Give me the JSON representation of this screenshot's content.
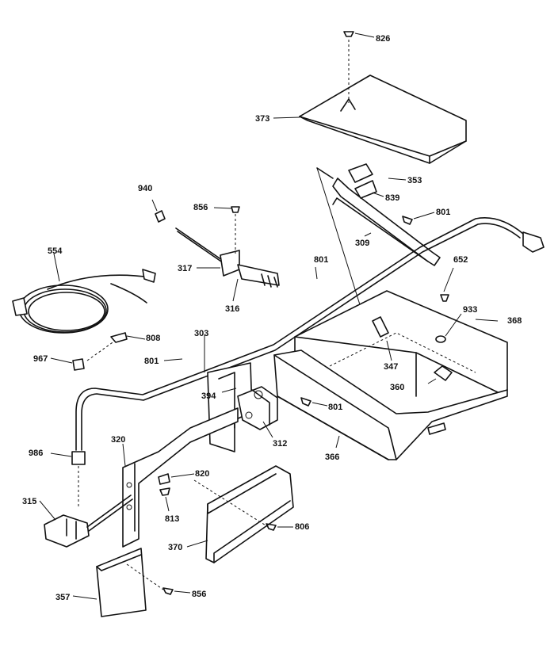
{
  "labels": {
    "826": "826",
    "373": "373",
    "353": "353",
    "839": "839",
    "801_a": "801",
    "309": "309",
    "940": "940",
    "856_a": "856",
    "554": "554",
    "317": "317",
    "316": "316",
    "801_b": "801",
    "652": "652",
    "933": "933",
    "368": "368",
    "808": "808",
    "303": "303",
    "967": "967",
    "801_c": "801",
    "347": "347",
    "394": "394",
    "360": "360",
    "801_d": "801",
    "312": "312",
    "986": "986",
    "320": "320",
    "366": "366",
    "820": "820",
    "315": "315",
    "813": "813",
    "806": "806",
    "370": "370",
    "357": "357",
    "856_b": "856"
  }
}
